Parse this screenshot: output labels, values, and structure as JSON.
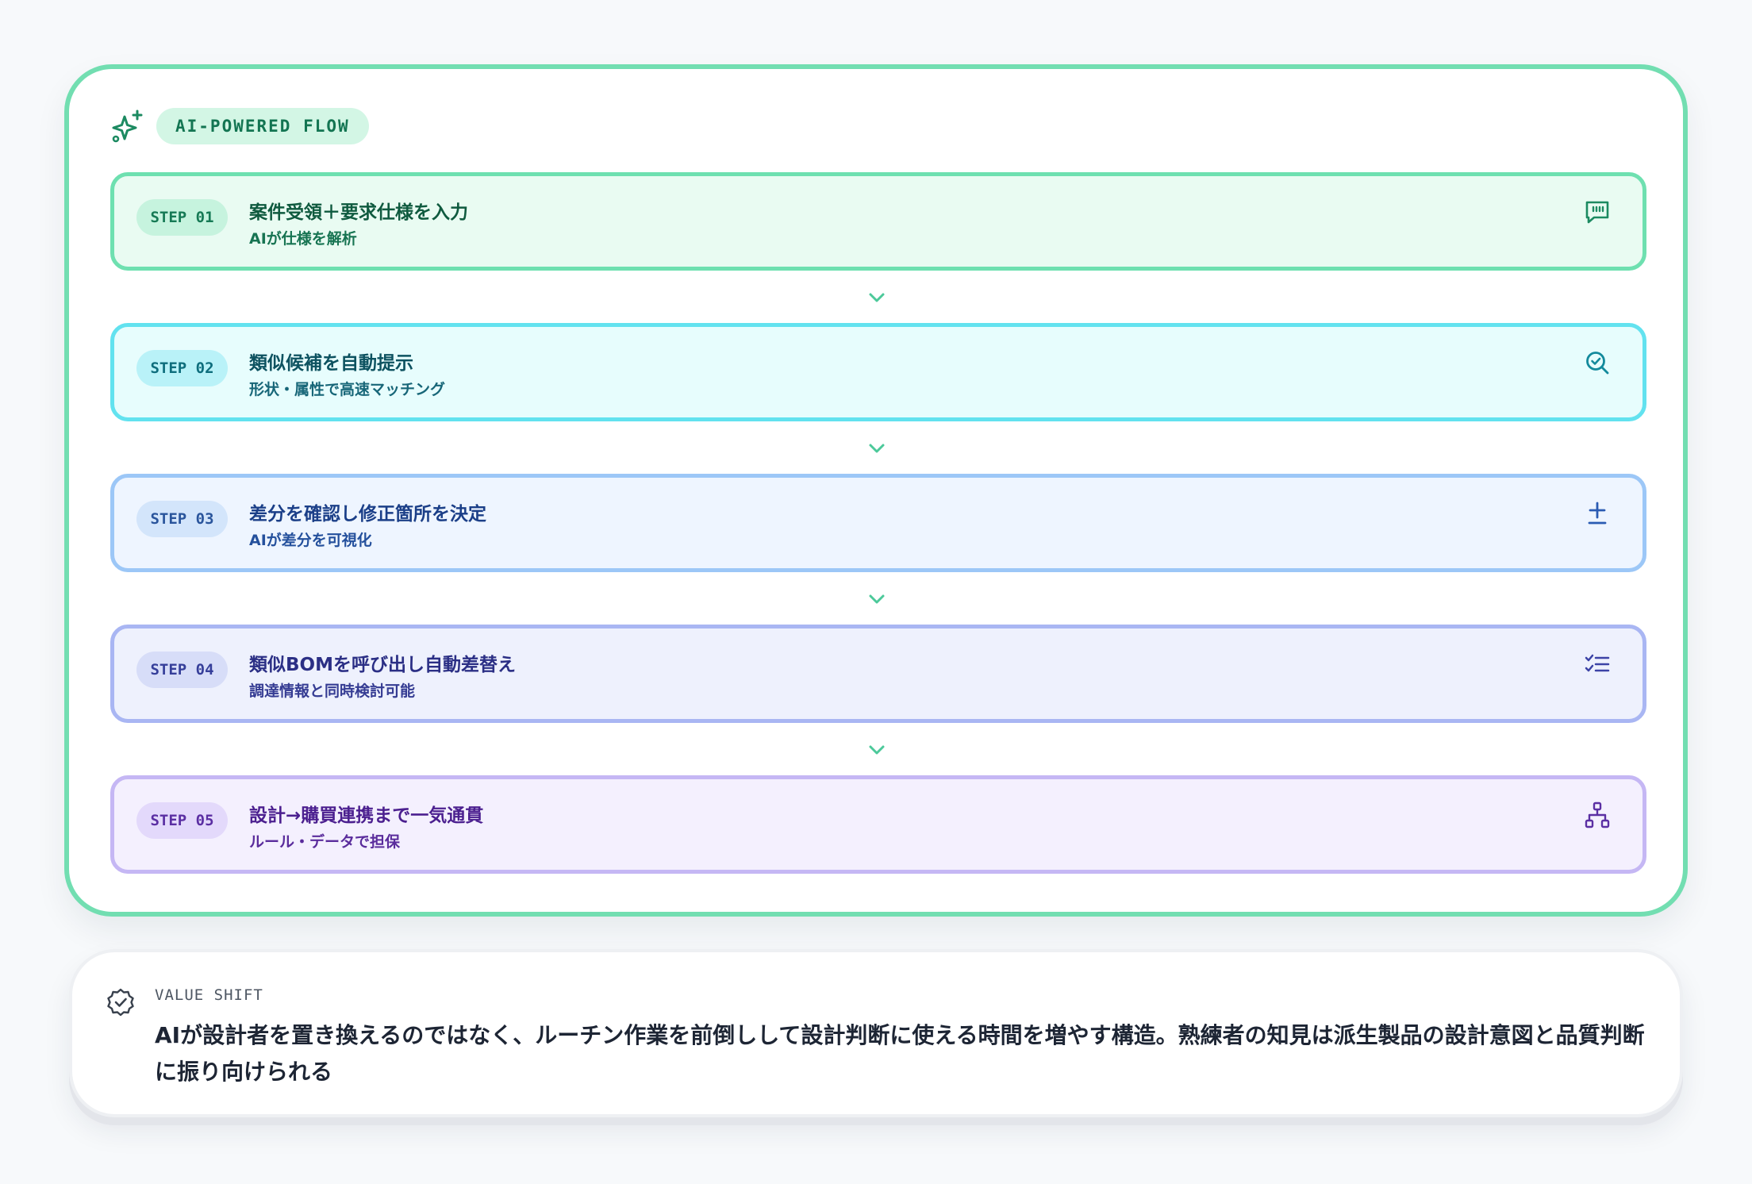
{
  "flow": {
    "badge": "AI-POWERED FLOW",
    "steps": [
      {
        "label": "STEP 01",
        "title": "案件受領＋要求仕様を入力",
        "subtitle": "AIが仕様を解析",
        "icon": "message-quote-icon"
      },
      {
        "label": "STEP 02",
        "title": "類似候補を自動提示",
        "subtitle": "形状・属性で高速マッチング",
        "icon": "search-check-icon"
      },
      {
        "label": "STEP 03",
        "title": "差分を確認し修正箇所を決定",
        "subtitle": "AIが差分を可視化",
        "icon": "diff-icon"
      },
      {
        "label": "STEP 04",
        "title": "類似BOMを呼び出し自動差替え",
        "subtitle": "調達情報と同時検討可能",
        "icon": "checklist-icon"
      },
      {
        "label": "STEP 05",
        "title": "設計→購買連携まで一気通貫",
        "subtitle": "ルール・データで担保",
        "icon": "network-icon"
      }
    ]
  },
  "value": {
    "label": "VALUE SHIFT",
    "text": "AIが設計者を置き換えるのではなく、ルーチン作業を前倒しして設計判断に使える時間を増やす構造。熟練者の知見は派生製品の設計意図と品質判断に振り向けられる"
  },
  "colors": {
    "card_border": "#72deb1",
    "step1": "#6ee0b0",
    "step2": "#62e2ef",
    "step3": "#9cc7f7",
    "step4": "#a9b6f3",
    "step5": "#c5b7f4",
    "arrow": "#4cc99a"
  }
}
